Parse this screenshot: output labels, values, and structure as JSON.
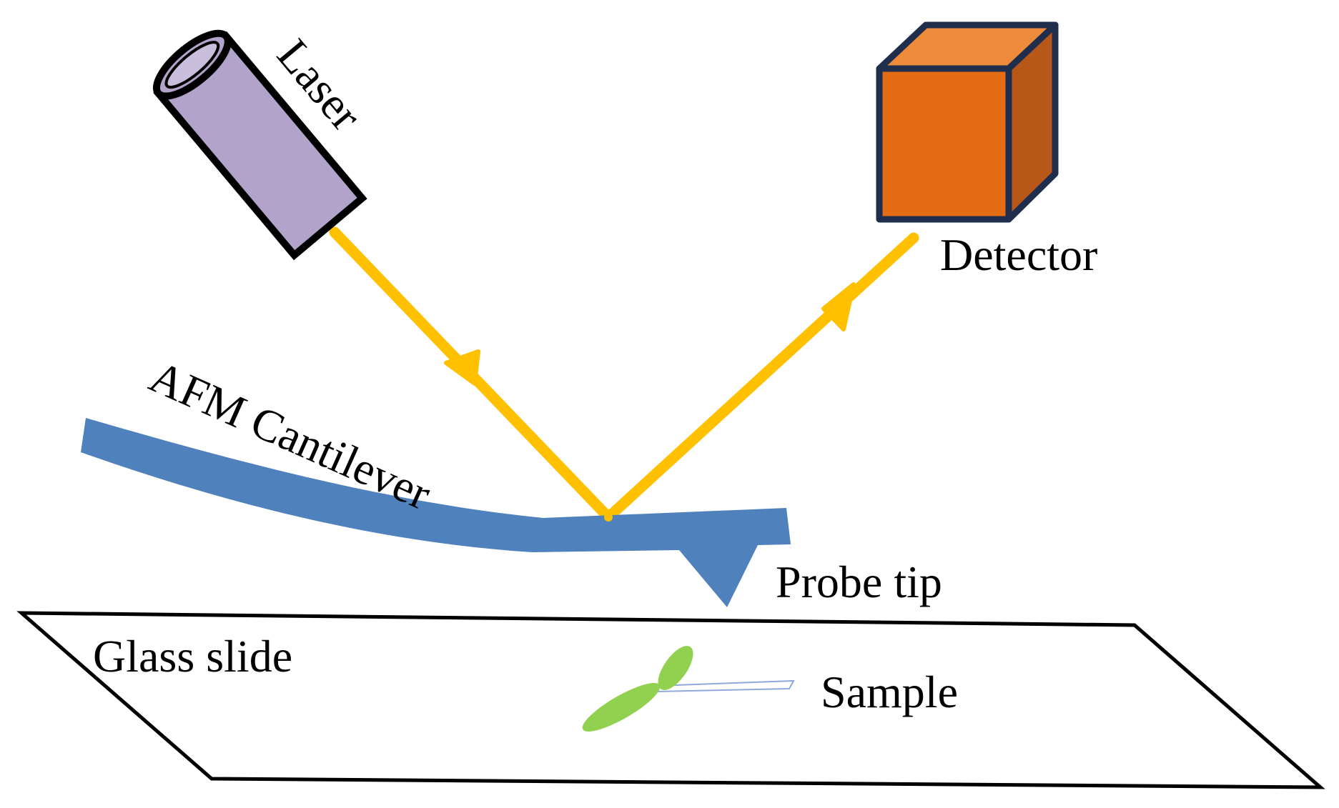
{
  "labels": {
    "laser": "Laser",
    "detector": "Detector",
    "cantilever": "AFM Cantilever",
    "probe_tip": "Probe tip",
    "glass_slide": "Glass slide",
    "sample": "Sample"
  },
  "colors": {
    "laser_body": "#B1A3C9",
    "laser_outline": "#000000",
    "beam": "#FFC000",
    "detector_front": "#E36C15",
    "detector_top": "#EE8B3A",
    "detector_side": "#B85818",
    "detector_outline": "#1F2E4D",
    "cantilever": "#4F81BD",
    "slide_outline": "#000000",
    "sample_leaf": "#92D050",
    "sample_stem": "#8EA9DB"
  },
  "icons": {
    "laser": "laser-cylinder-icon",
    "detector": "detector-cube-icon",
    "sample": "leaf-sample-icon"
  }
}
